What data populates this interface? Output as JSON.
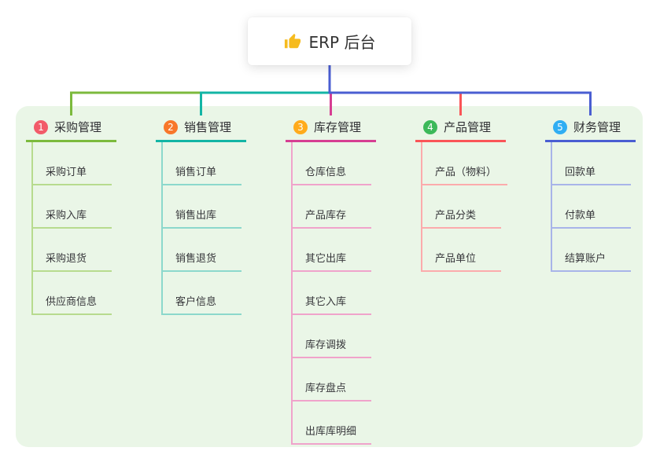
{
  "root": {
    "icon": "thumbs-up",
    "title": "ERP 后台"
  },
  "canvas": {
    "background_color": "#eaf6e7",
    "stem_color": "#4a5ed2"
  },
  "branches": [
    {
      "num": "1",
      "title": "采购管理",
      "line_color": "#7cba3d",
      "light_color": "#b7db8e",
      "badge_color": "#f25b69",
      "children": [
        "采购订单",
        "采购入库",
        "采购退货",
        "供应商信息"
      ]
    },
    {
      "num": "2",
      "title": "销售管理",
      "line_color": "#13b5a5",
      "light_color": "#8cd8cc",
      "badge_color": "#f8772a",
      "children": [
        "销售订单",
        "销售出库",
        "销售退货",
        "客户信息"
      ]
    },
    {
      "num": "3",
      "title": "库存管理",
      "line_color": "#d63e92",
      "light_color": "#f0a3cb",
      "badge_color": "#ffab1c",
      "children": [
        "仓库信息",
        "产品库存",
        "其它出库",
        "其它入库",
        "库存调拨",
        "库存盘点",
        "出库库明细"
      ]
    },
    {
      "num": "4",
      "title": "产品管理",
      "line_color": "#fa5557",
      "light_color": "#fcabac",
      "badge_color": "#3cb95a",
      "children": [
        "产品（物料）",
        "产品分类",
        "产品单位"
      ]
    },
    {
      "num": "5",
      "title": "财务管理",
      "line_color": "#4a5ed2",
      "light_color": "#a8b4e9",
      "badge_color": "#30aef3",
      "children": [
        "回款单",
        "付款单",
        "结算账户"
      ]
    }
  ]
}
